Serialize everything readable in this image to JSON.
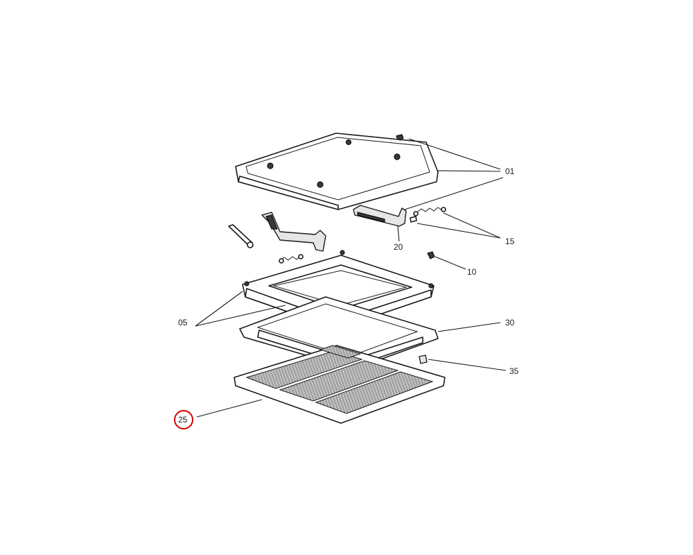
{
  "diagram": {
    "callouts": [
      {
        "id": "01",
        "label": "01"
      },
      {
        "id": "15",
        "label": "15"
      },
      {
        "id": "20",
        "label": "20"
      },
      {
        "id": "10",
        "label": "10"
      },
      {
        "id": "05",
        "label": "05"
      },
      {
        "id": "30",
        "label": "30"
      },
      {
        "id": "35",
        "label": "35"
      },
      {
        "id": "25",
        "label": "25",
        "highlighted": true
      }
    ],
    "colors": {
      "line": "#1a1a1a",
      "highlight": "#d40000",
      "background": "#ffffff"
    }
  }
}
